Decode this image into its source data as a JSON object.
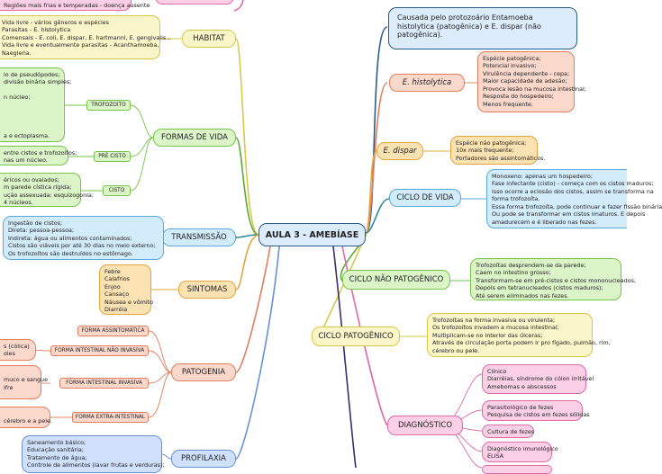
{
  "center": "AULA 3 - AMEBÍASE",
  "top_right_note": {
    "lines": [
      "Causada pelo protozoário Entamoeba",
      "histolytica (patogênica) e E. dispar (não",
      "patogênica)."
    ]
  },
  "right": {
    "histolytica": {
      "label": "E. histolytica",
      "notes": [
        "Espécie patogênica;",
        "Potencial invasivo;",
        "Virulência dependente - cepa;",
        "Maior capacidade de adesão;",
        "Provoca lesão na mucosa intestinal;",
        "Resposta do hospedeiro;",
        "Menos frequente."
      ]
    },
    "dispar": {
      "label": "E. dispar",
      "notes": [
        "Espécie não patogênica;",
        "10x mais frequente;",
        "Portadores são assintomáticos."
      ]
    },
    "ciclo_vida": {
      "label": "CICLO DE VIDA",
      "notes": [
        "Monoxeno: apenas um hospedeiro;",
        "Fase infectante (cisto) - começa com os cistos maduros;",
        "isso ocorre a eclosão dos cistos, assim se transforma na",
        "forma trofozoíta.",
        "Essa forma trofozoíta, pode continuar e fazer fissão binária",
        "Ou pode se transformar em cistos imaturos. E depois",
        "amadurecem e é liberado nas fezes."
      ]
    },
    "ciclo_nao": {
      "label": "CICLO NÃO PATOGÊNICO",
      "notes": [
        "Trofozoítas desprendem-se da parede;",
        "Caem no intestino grosso;",
        "Transformam-se em pré-cistos e cistos mononucleados;",
        "Depois em tetranucleados (cistos maduros);",
        "Até serem eliminados nas fezes."
      ]
    },
    "ciclo_pat": {
      "label": "CICLO PATOGÊNICO",
      "notes": [
        "Trofozoítas na forma invasiva ou virulenta;",
        "Os trofozoítos invadem a mucosa intestinal;",
        "Multiplicam-se no interior das úlceras;",
        "Através de circulação porta podem ir pro fígado, pulmão, rim,",
        "cérebro ou pele."
      ]
    },
    "diagnostico": {
      "label": "DIAGNÓSTICO",
      "items": [
        [
          "Clínico",
          "Diarréias, síndrome do cólon irritável",
          "Amebomas e abscessos"
        ],
        [
          "Parasitológico de fezes",
          "Pesquisa de cistos em fezes sólidas"
        ],
        [
          "Cultura de fezes"
        ],
        [
          "Diagnóstico imunológico",
          "ELISA"
        ]
      ]
    }
  },
  "left": {
    "top_partial": [
      "Regiões mais frias e temperadas - doença ausente"
    ],
    "habitat": {
      "label": "HABITAT",
      "notes": [
        "Vida livre - vários gêneros e espécies",
        "Parasitas - E. histolytica",
        "Comensais - E. coli, E. dispar, E. hartmanni, E. gengivalis...",
        "Vida livre e eventualmente parasitas - Acanthamoeba,",
        "Naegleria."
      ]
    },
    "formas": {
      "label": "FORMAS DE VIDA",
      "subs": [
        "TROFOZOÍTO",
        "PRÉ CISTO",
        "CISTO"
      ],
      "troph_notes": [
        "io de pseudópodes;",
        "divisão binária simples;",
        "",
        "n núcleo;",
        "",
        "",
        "",
        "",
        "a e ectoplasma."
      ],
      "precisto_notes": [
        "entre cistos e trofozoítos;",
        "nas um núcleo."
      ],
      "cisto_notes": [
        "éricos ou ovalados;",
        "m parede cística rígida;",
        "ução assexuada: esquizogonia;",
        "4 núcleos."
      ]
    },
    "transmissao": {
      "label": "TRANSMISSÃO",
      "notes": [
        "Ingestão de cistos;",
        "Direta: pessoa-pessoa;",
        "Indireta: água ou alimentos contaminados;",
        "Cistos são viáveis por até 30 dias no meio externo;",
        "Os trofozoítos são destruídos no estômago."
      ]
    },
    "sintomas": {
      "label": "SINTOMAS",
      "notes": [
        "Febre",
        "Calafrios",
        "Enjoo",
        "Cansaço",
        "Náusea e vômito",
        "Diarréia"
      ]
    },
    "patogenia": {
      "label": "PATOGENIA",
      "subs": [
        "FORMA ASSINTOMÁTICA",
        "FORMA INTESTINAL NÃO INVASIVA",
        "FORMA INTESTINAL INVASIVA",
        "FORMA EXTRA-INTESTINAL"
      ],
      "side_notes": [
        [
          "s (cólica)",
          "oles"
        ],
        [
          "muco e sangue",
          "ifre"
        ],
        [
          "cérebro e a pele."
        ]
      ]
    },
    "profilaxia": {
      "label": "PROFILAXIA",
      "notes": [
        "Saneamento básico;",
        "Educação sanitária;",
        "Tratamento de água;",
        "Controle de alimentos (lavar frutas e verduras);"
      ]
    }
  }
}
